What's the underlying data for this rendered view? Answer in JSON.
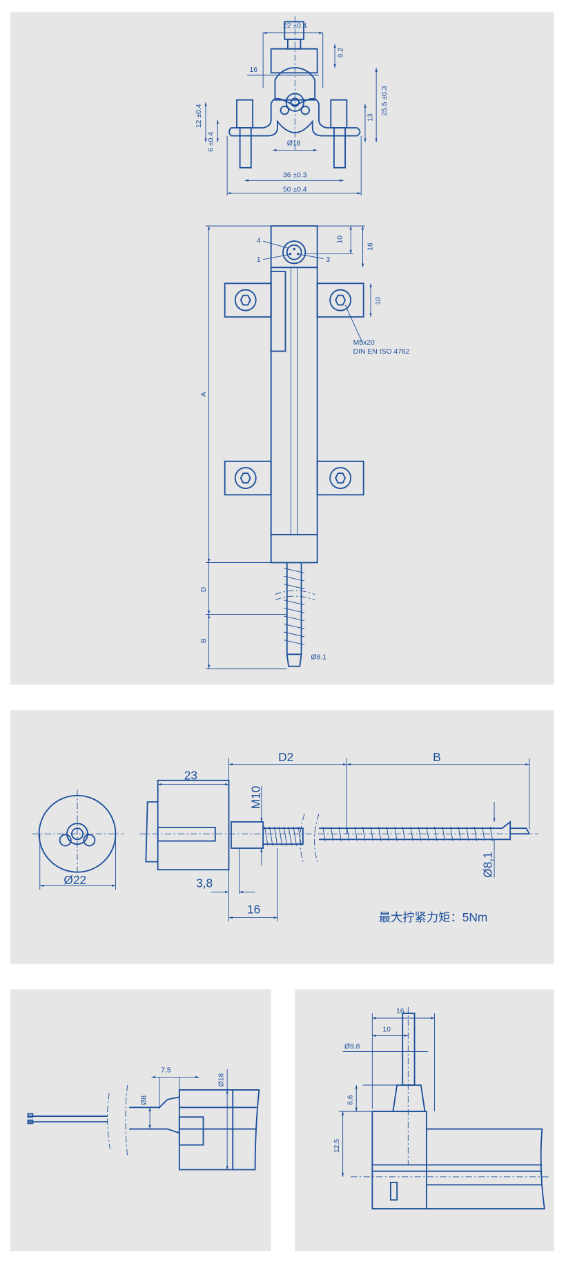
{
  "colors": {
    "line": "#1c4f9c",
    "panel": "#e6e6e6"
  },
  "top_view": {
    "dim_width_top": "22 ±0.4",
    "dim_connector": "8.2",
    "dim_16": "16",
    "dim_height": "25.5 ±0.3",
    "dim_12": "12 ±0.4",
    "dim_13": "13",
    "dim_6": "6 ±0.4",
    "dim_dia": "Ø18",
    "dim_36": "36 ±0.3",
    "dim_50": "50 ±0.4"
  },
  "front_view": {
    "pin_4": "4",
    "pin_1": "1",
    "pin_3": "3",
    "dim_10": "10",
    "dim_16": "16",
    "dim_tab": "10",
    "screw_line1": "M5x20",
    "screw_line2": "DIN EN ISO 4762",
    "dim_a": "A",
    "dim_d": "D",
    "dim_b": "B",
    "dim_dia": "Ø8.1"
  },
  "rod_view": {
    "dim_23": "23",
    "dim_d2": "D2",
    "dim_b": "B",
    "dim_m10": "M10",
    "dim_dia22": "Ø22",
    "dim_38": "3,8",
    "dim_16": "16",
    "dim_dia81": "Ø8,1",
    "torque_note": "最大拧紧力矩：5Nm"
  },
  "cable_view": {
    "dim_75": "7,5",
    "dim_dia18": "Ø18",
    "dim_dia8": "Ø8"
  },
  "connector_view": {
    "dim_16": "16",
    "dim_10": "10",
    "dim_dia98": "Ø9,8",
    "dim_86": "8,6",
    "dim_125": "12,5"
  }
}
